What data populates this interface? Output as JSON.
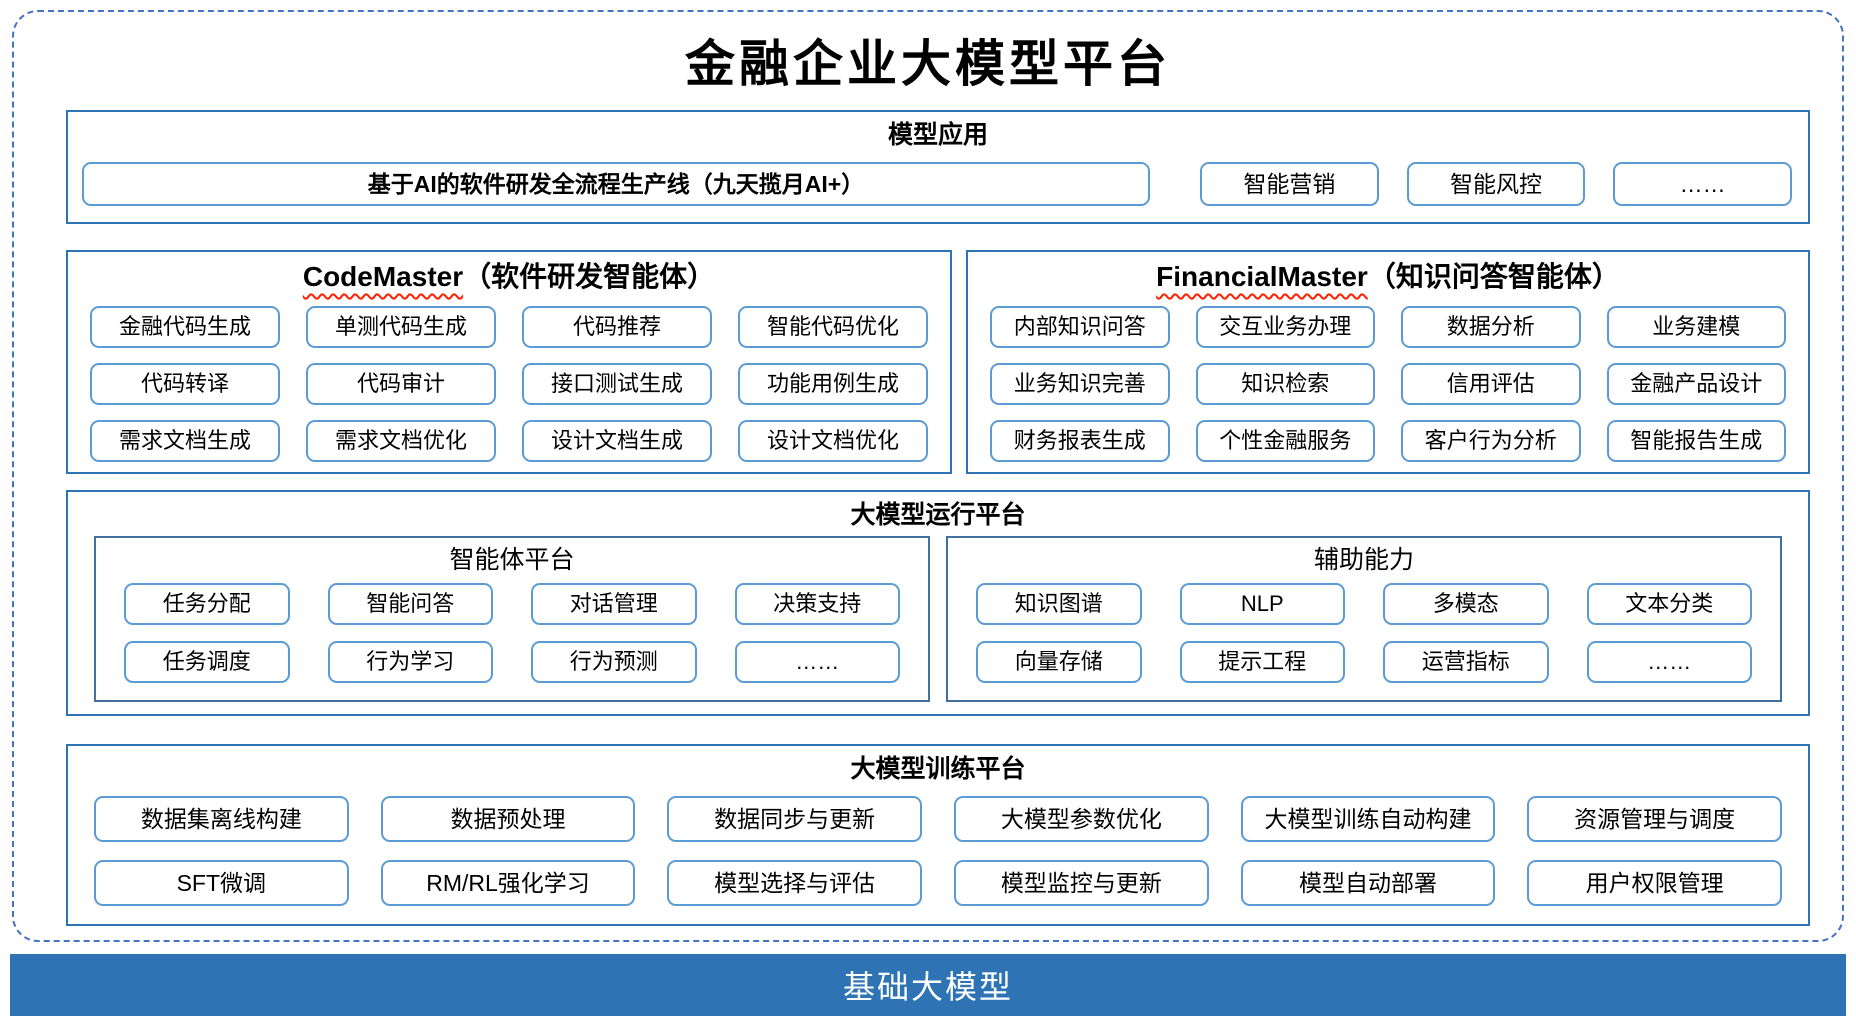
{
  "title": "金融企业大模型平台",
  "colors": {
    "section_border": "#2E74B5",
    "item_border": "#5B9BD5",
    "outer_dashed_border": "#4472C4",
    "foundation_bar_bg": "#2E74B5",
    "squiggle_underline": "#ff1f00"
  },
  "sections": {
    "applications": {
      "header": "模型应用",
      "main_item": "基于AI的软件研发全流程生产线（九天揽月AI+）",
      "items": [
        "智能营销",
        "智能风控",
        "……"
      ]
    },
    "code_master": {
      "title_en": "CodeMaster",
      "title_zh": "（软件研发智能体）",
      "items": [
        "金融代码生成",
        "单测代码生成",
        "代码推荐",
        "智能代码优化",
        "代码转译",
        "代码审计",
        "接口测试生成",
        "功能用例生成",
        "需求文档生成",
        "需求文档优化",
        "设计文档生成",
        "设计文档优化"
      ]
    },
    "financial_master": {
      "title_en": "FinancialMaster",
      "title_zh": "（知识问答智能体）",
      "items": [
        "内部知识问答",
        "交互业务办理",
        "数据分析",
        "业务建模",
        "业务知识完善",
        "知识检索",
        "信用评估",
        "金融产品设计",
        "财务报表生成",
        "个性金融服务",
        "客户行为分析",
        "智能报告生成"
      ]
    },
    "runtime": {
      "header": "大模型运行平台",
      "agent_platform": {
        "header": "智能体平台",
        "items": [
          "任务分配",
          "智能问答",
          "对话管理",
          "决策支持",
          "任务调度",
          "行为学习",
          "行为预测",
          "……"
        ]
      },
      "auxiliary": {
        "header": "辅助能力",
        "items": [
          "知识图谱",
          "NLP",
          "多模态",
          "文本分类",
          "向量存储",
          "提示工程",
          "运营指标",
          "……"
        ]
      }
    },
    "training": {
      "header": "大模型训练平台",
      "items": [
        "数据集离线构建",
        "数据预处理",
        "数据同步与更新",
        "大模型参数优化",
        "大模型训练自动构建",
        "资源管理与调度",
        "SFT微调",
        "RM/RL强化学习",
        "模型选择与评估",
        "模型监控与更新",
        "模型自动部署",
        "用户权限管理"
      ]
    },
    "foundation": {
      "label": "基础大模型"
    }
  }
}
